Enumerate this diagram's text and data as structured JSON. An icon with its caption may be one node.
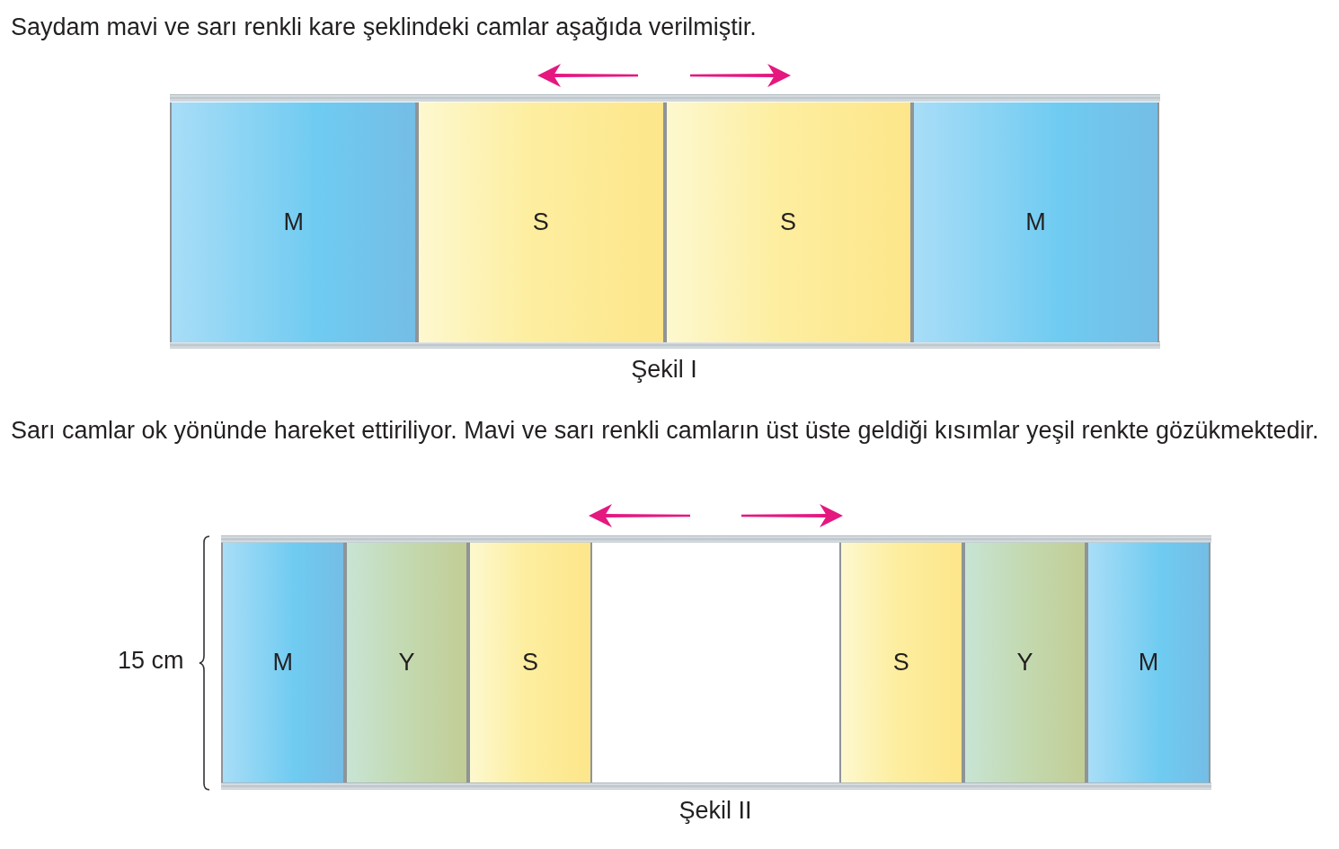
{
  "diagram": {
    "nodes": [
      {
        "text": [
          "M"
        ]
      },
      {
        "text": [
          "S"
        ]
      },
      {
        "text": [
          "S"
        ]
      },
      {
        "text": [
          "M"
        ]
      },
      {
        "text": [
          "M"
        ]
      },
      {
        "text": [
          "Y"
        ]
      },
      {
        "text": [
          "S"
        ]
      },
      {
        "text": [
          "S"
        ]
      },
      {
        "text": [
          "Y"
        ]
      },
      {
        "text": [
          "M"
        ]
      }
    ],
    "edges": [],
    "labels": [
      "Saydam mavi ve sarı renkli kare şeklindeki camlar aşağıda verilmiştir.",
      "Şekil I",
      "Sarı camlar ok yönünde hareket ettiriliyor. Mavi ve sarı renkli camların üst üste geldiği kısımlar yeşil renkte gözükmektedir.",
      "15 cm",
      "Şekil II"
    ]
  }
}
